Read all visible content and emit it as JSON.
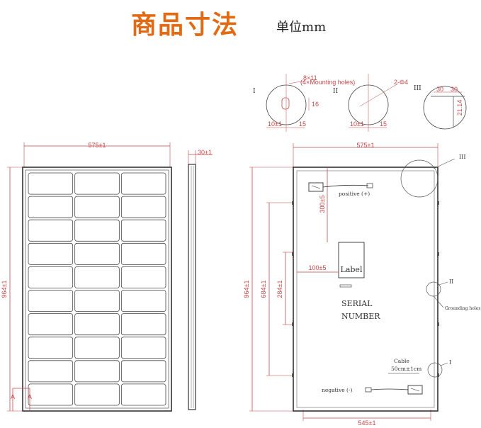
{
  "header": {
    "title": "商品寸法",
    "unit": "单位mm"
  },
  "front_view": {
    "width": "575±1",
    "height": "964±1",
    "section_mark": "A",
    "cell_rows": 10,
    "cell_cols": 3
  },
  "side_view": {
    "thickness": "30±1"
  },
  "back_view": {
    "width_top": "575±1",
    "width_bottom": "545±1",
    "height_total": "964±1",
    "height_a": "684±1",
    "height_b": "284±1",
    "label_offset": "100±5",
    "pos_offset": "300±5",
    "label": "Label",
    "serial_line1": "SERIAL",
    "serial_line2": "NUMBER",
    "positive": "positive (+)",
    "negative": "negative (-)",
    "cable_line1": "Cable",
    "cable_line2": "50cm±1cm",
    "grounding": "Grounding holes",
    "callout_I": "I",
    "callout_II": "II",
    "callout_III": "III"
  },
  "details": {
    "I": {
      "roman": "I",
      "note1": "8×11",
      "note2": "(4×Mounting holes)",
      "d1": "10±1",
      "d2": "15",
      "d3": "16"
    },
    "II": {
      "roman": "II",
      "note": "2-Φ4",
      "d1": "10±1",
      "d2": "15"
    },
    "III": {
      "roman": "III",
      "d1": "30",
      "d2": "30",
      "d3": "21.14"
    }
  },
  "colors": {
    "title": "#e36a12",
    "dimension": "#c44848",
    "line": "#444444"
  }
}
